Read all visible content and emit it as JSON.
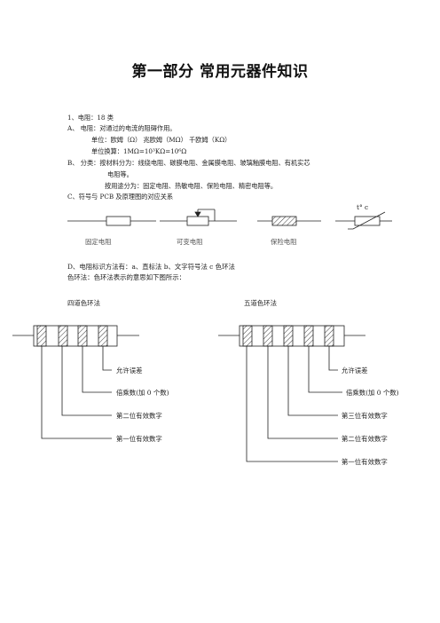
{
  "title": "第一部分  常用元器件知识",
  "lines": {
    "l1": "1、电阻：18 类",
    "l2": "A、 电阻：对通过的电流的阻碍作用。",
    "l3": "单位：欧姆（Ω）    兆欧姆（MΩ）      千欧姆（KΩ）",
    "l4": "单位换算：1MΩ=10³KΩ=10⁶Ω",
    "l5": "B、   分类：按材料分为：线绕电阻、碳膜电阻、金属膜电阻、玻璃釉膜电阻、有机实芯",
    "l6": "电阻等。",
    "l7": "按用途分为：固定电阻、热敏电阻、保险电阻、精密电阻等。",
    "l8": "C、符号与 PCB 及原理图的对应关系"
  },
  "symbols": {
    "fixed": "固定电阻",
    "variable": "可变电阻",
    "fuse": "保险电阻",
    "thermistor_mark": "t° c"
  },
  "lines2": {
    "d": "D、电阻标识方法有：a、直标法      b、文字符号法     c 色环法",
    "color": "色环法：色环法表示的意思如下图所示："
  },
  "four_band": {
    "heading": "四道色环法",
    "labels": [
      "允许误差",
      "倍乘数(加 0 个数)",
      "第二位有效数字",
      "第一位有效数字"
    ]
  },
  "five_band": {
    "heading": "五道色环法",
    "labels": [
      "允许误差",
      "倍乘数(加 0 个数)",
      "第三位有效数字",
      "第二位有效数字",
      "第一位有效数字"
    ]
  }
}
